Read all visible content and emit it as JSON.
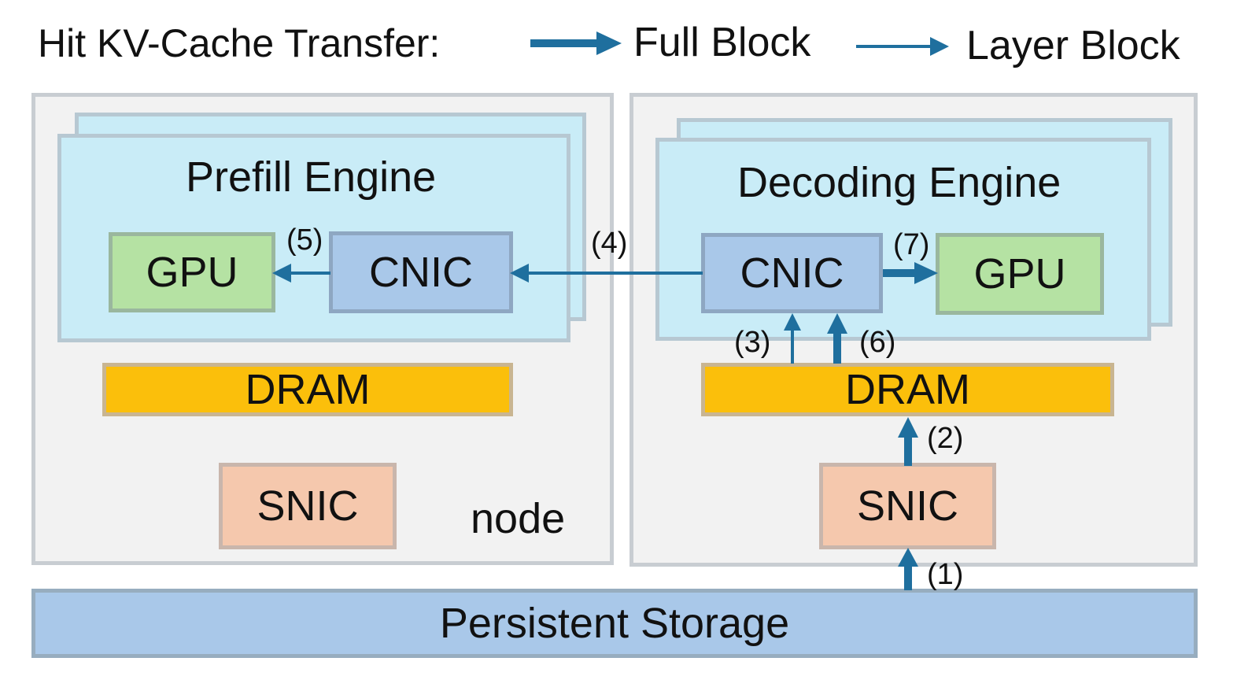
{
  "legend": {
    "title": "Hit KV-Cache Transfer:",
    "full_block": "Full Block",
    "layer_block": "Layer Block"
  },
  "prefill_node": {
    "engine_title": "Prefill Engine",
    "gpu": "GPU",
    "cnic": "CNIC",
    "dram": "DRAM",
    "snic": "SNIC",
    "node_label": "node"
  },
  "decoding_node": {
    "engine_title": "Decoding Engine",
    "gpu": "GPU",
    "cnic": "CNIC",
    "dram": "DRAM",
    "snic": "SNIC"
  },
  "storage": "Persistent Storage",
  "steps": {
    "s1": "(1)",
    "s2": "(2)",
    "s3": "(3)",
    "s4": "(4)",
    "s5": "(5)",
    "s6": "(6)",
    "s7": "(7)"
  },
  "colors": {
    "arrow": "#1f6f9e",
    "engine": "#c9ecf7",
    "gpu": "#b5e2a3",
    "cnic": "#a9c8e9",
    "dram": "#fbbf0b",
    "snic": "#f5c8ad",
    "node": "#f2f2f2"
  }
}
